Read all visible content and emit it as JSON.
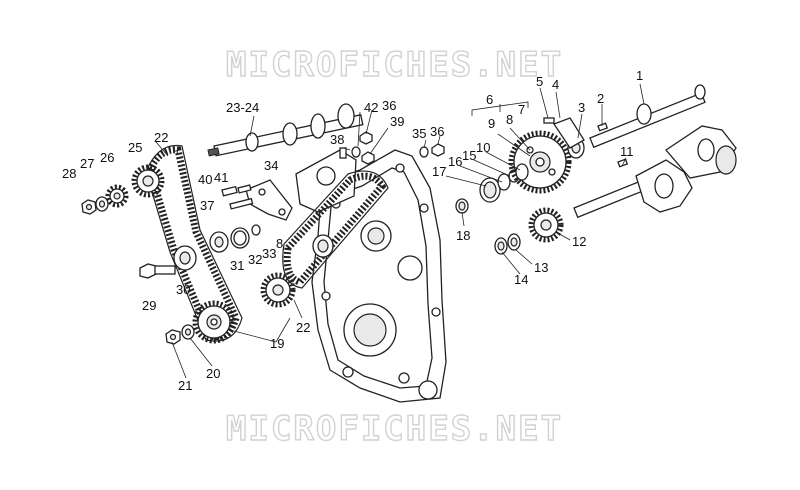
{
  "watermark": {
    "top": "MICROFICHES.NET",
    "bottom": "MICROFICHES.NET"
  },
  "callouts": [
    {
      "id": "c1",
      "text": "1"
    },
    {
      "id": "c2",
      "text": "2"
    },
    {
      "id": "c3",
      "text": "3"
    },
    {
      "id": "c4",
      "text": "4"
    },
    {
      "id": "c5",
      "text": "5"
    },
    {
      "id": "c6",
      "text": "6"
    },
    {
      "id": "c7",
      "text": "7"
    },
    {
      "id": "c8a",
      "text": "8"
    },
    {
      "id": "c8b",
      "text": "8"
    },
    {
      "id": "c9",
      "text": "9"
    },
    {
      "id": "c10",
      "text": "10"
    },
    {
      "id": "c11",
      "text": "11"
    },
    {
      "id": "c12",
      "text": "12"
    },
    {
      "id": "c13",
      "text": "13"
    },
    {
      "id": "c14",
      "text": "14"
    },
    {
      "id": "c15",
      "text": "15"
    },
    {
      "id": "c16",
      "text": "16"
    },
    {
      "id": "c17",
      "text": "17"
    },
    {
      "id": "c18",
      "text": "18"
    },
    {
      "id": "c19",
      "text": "19"
    },
    {
      "id": "c20",
      "text": "20"
    },
    {
      "id": "c21",
      "text": "21"
    },
    {
      "id": "c22a",
      "text": "22"
    },
    {
      "id": "c22b",
      "text": "22"
    },
    {
      "id": "c2324",
      "text": "23-24"
    },
    {
      "id": "c25",
      "text": "25"
    },
    {
      "id": "c26",
      "text": "26"
    },
    {
      "id": "c27",
      "text": "27"
    },
    {
      "id": "c28",
      "text": "28"
    },
    {
      "id": "c29",
      "text": "29"
    },
    {
      "id": "c30",
      "text": "30"
    },
    {
      "id": "c31",
      "text": "31"
    },
    {
      "id": "c32",
      "text": "32"
    },
    {
      "id": "c33",
      "text": "33"
    },
    {
      "id": "c34",
      "text": "34"
    },
    {
      "id": "c35",
      "text": "35"
    },
    {
      "id": "c36a",
      "text": "36"
    },
    {
      "id": "c36b",
      "text": "36"
    },
    {
      "id": "c37",
      "text": "37"
    },
    {
      "id": "c38",
      "text": "38"
    },
    {
      "id": "c39",
      "text": "39"
    },
    {
      "id": "c40",
      "text": "40"
    },
    {
      "id": "c41",
      "text": "41"
    },
    {
      "id": "c42",
      "text": "42"
    }
  ]
}
